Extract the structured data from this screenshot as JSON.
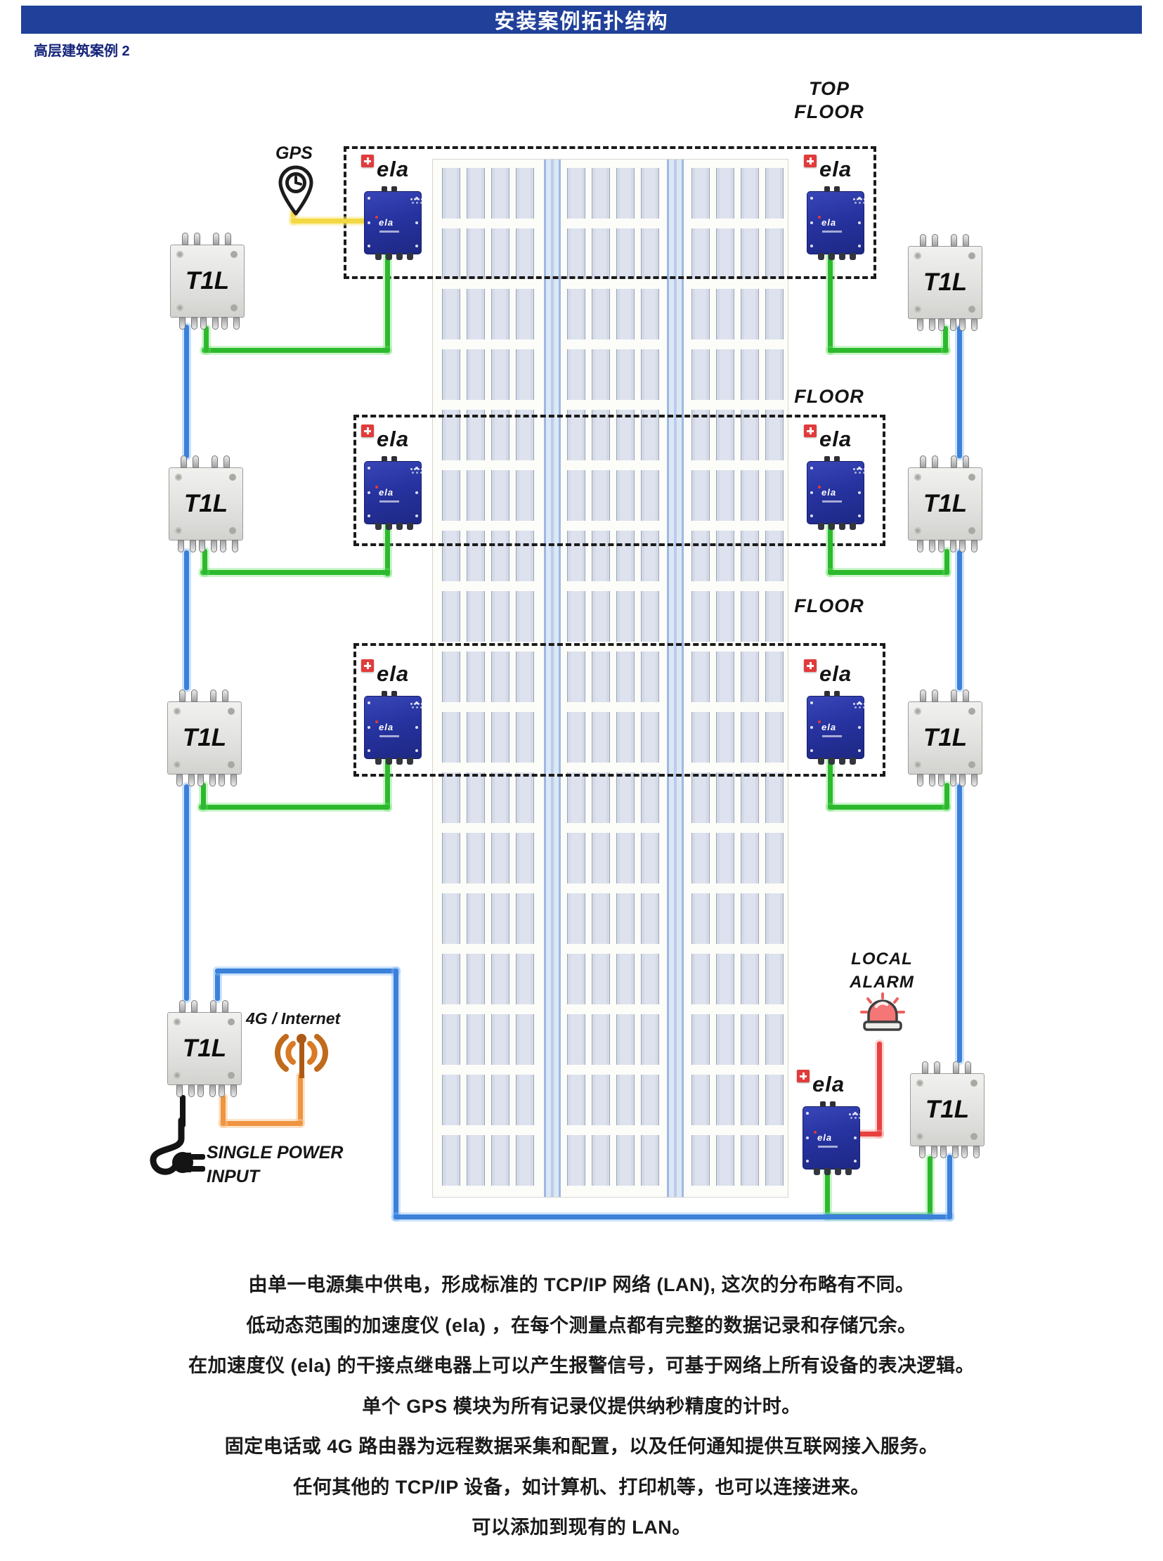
{
  "header": {
    "title": "安装案例拓扑结构",
    "case_label": "高层建筑案例 2"
  },
  "labels": {
    "gps": "GPS",
    "top_floor_line1": "TOP",
    "top_floor_line2": "FLOOR",
    "floor_mid": "FLOOR",
    "floor_low": "FLOOR",
    "junction_box": "T1L",
    "sensor_brand": "ela",
    "sensor_device": "ela",
    "internet": "4G / Internet",
    "power_line1": "SINGLE POWER",
    "power_line2": "INPUT",
    "alarm_line1": "LOCAL",
    "alarm_line2": "ALARM"
  },
  "description_lines": [
    "由单一电源集中供电，形成标准的 TCP/IP 网络 (LAN), 这次的分布略有不同。",
    "低动态范围的加速度仪 (ela) ，在每个测量点都有完整的数据记录和存储冗余。",
    "在加速度仪 (ela) 的干接点继电器上可以产生报警信号，可基于网络上所有设备的表决逻辑。",
    "单个 GPS 模块为所有记录仪提供纳秒精度的计时。",
    "固定电话或 4G 路由器为远程数据采集和配置，以及任何通知提供互联网接入服务。",
    "任何其他的 TCP/IP 设备，如计算机、打印机等，也可以连接进来。",
    "可以添加到现有的 LAN。"
  ],
  "colors": {
    "title_bar_blue": "#20409a",
    "cable_green": "#2db92d",
    "cable_blue": "#3b80d9",
    "cable_yellow": "#f3d844",
    "cable_orange": "#ef9440",
    "cable_red": "#e84040",
    "cable_black": "#141414",
    "device_blue": "#2733a0",
    "swiss_flag_red": "#e23b3b",
    "alarm_dome_red": "#f47676",
    "antenna_orange": "#c06a1c",
    "window_fill": "#d3d9e6",
    "shaft_blue": "#b9cdeb",
    "junction_box_gray": "#dddddb"
  }
}
